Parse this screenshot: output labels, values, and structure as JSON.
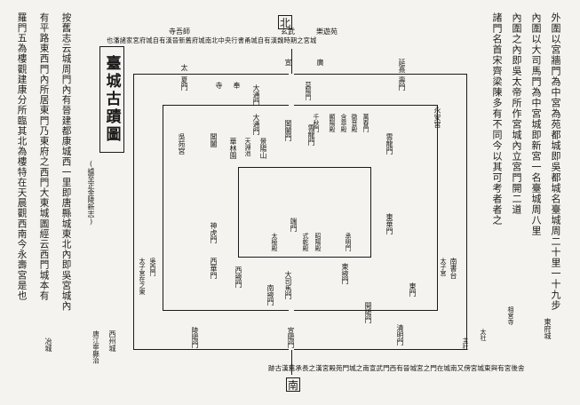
{
  "map": {
    "north_label": "北",
    "south_label": "南",
    "title": "臺城古蹟圖",
    "source_note": "(據至正金陵新志)",
    "top_gates": [
      "玄武",
      "樂遊苑"
    ],
    "top_inscription": "也潘諸家宮府城自有漢晉新舊府城南北中央行書甬城自有漢魏時期之宮城",
    "top_side": "寺吾師",
    "bottom_inscription": "跡古漢舊承長之漢宮殿苑門城之南宣武門西有晉城宮之門在城南又傍宮城東與有宮後舍",
    "right_text_1": "外圍以宮牆門為中宮為苑都城即吳都城名臺城周二十里一十九步",
    "right_text_2": "內圍以大司馬門為中宮城即新宮一名臺城周八里",
    "right_text_3": "內圍之內即吳太帝所作宮城內立宮門開二道",
    "right_text_4": "諸門名首宋齊梁陳多有不同今以其可考者者之",
    "left_text_1": "按舊志云城周門內有晉建都康城西一里即唐縣城東北內即吳宮城內",
    "left_text_2": "有平路東西門內所居東門乃東府之西門大東城圖經云西門城本有",
    "left_text_3": "羅門五為樓觀建康分所臨其北為樓特在天晨觀西南今永壽宮是也",
    "outer_labels": {
      "tl": "太",
      "tl2": "夏門",
      "top1": "寺",
      "top2": "奉",
      "top3": "大通門",
      "top4": "宣",
      "top5": "廣",
      "top6": "莫陽門",
      "top7": "延熹",
      "top8": "壽門",
      "left_mid": "吳苑宮",
      "left_low": "太子宮在之東",
      "left_low2": "吳西門",
      "bottom1": "陵陽門",
      "bottom2": "宣陽門",
      "bottom3": "開陽門",
      "bottom4": "清明門",
      "right1": "永安宮",
      "right2": "南書台",
      "right3": "東門",
      "right4": "太子宮",
      "far_right1": "東府城",
      "far_right2": "相宮寺",
      "far_right3": "太社",
      "far_right4": "主社"
    },
    "middle_labels": {
      "m1": "大通門",
      "m2": "閶闔",
      "m3": "神虎門",
      "m4": "雲龍門",
      "m5": "東華門",
      "m6": "西華門",
      "m7": "萬春門",
      "m8": "千秋門",
      "m9": "東掖門",
      "m10": "西掖門",
      "m11": "南掖門",
      "m12": "大司馬門",
      "m13": "華林園",
      "m14": "景陽山",
      "m15": "天淵池"
    },
    "inner_labels": {
      "i1": "端門",
      "i2": "太極殿",
      "i3": "式乾殿",
      "i4": "顯陽殿",
      "i5": "含章殿",
      "i6": "徽音殿",
      "i7": "昭陽殿",
      "i8": "閶闔門",
      "i9": "承明門",
      "i10": "雲龍門"
    },
    "left_outer": {
      "a": "西州城",
      "b": "唐江寧縣治",
      "c": "冶城"
    }
  }
}
